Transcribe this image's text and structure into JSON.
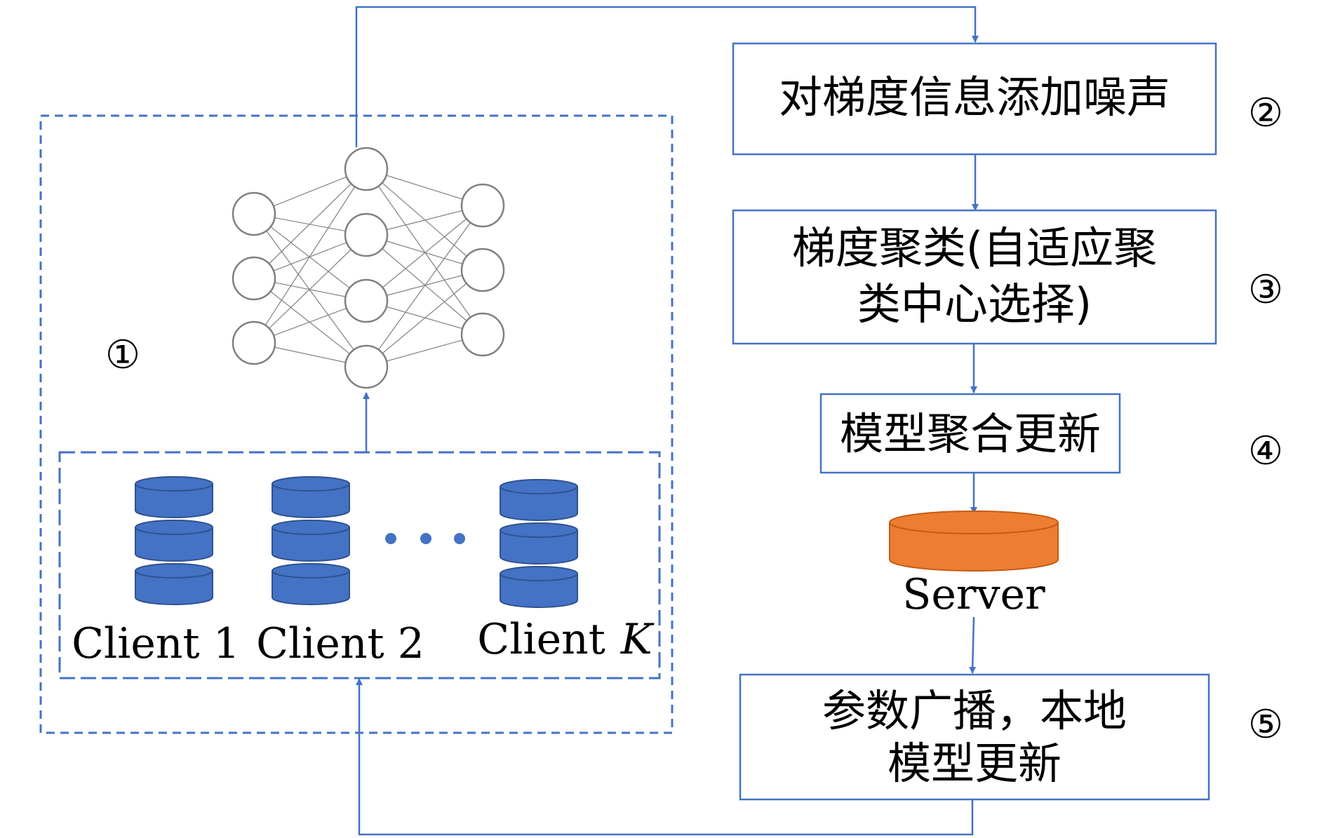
{
  "steps": {
    "s1": {
      "marker": "①"
    },
    "s2": {
      "label": "对梯度信息添加噪声",
      "marker": "②"
    },
    "s3": {
      "line1": "梯度聚类(自适应聚",
      "line2": "类中心选择)",
      "marker": "③"
    },
    "s4": {
      "label": "模型聚合更新",
      "marker": "④"
    },
    "s5": {
      "line1": "参数广播，本地",
      "line2": "模型更新",
      "marker": "⑤"
    }
  },
  "server": {
    "label": "Server"
  },
  "clients": [
    {
      "label": "Client 1"
    },
    {
      "label": "Client 2"
    },
    {
      "label": "Client",
      "index": "K"
    }
  ],
  "colors": {
    "line": "#4472C4",
    "database": "#4472C4",
    "database_edge": "#2F528F",
    "server": "#ED7D31",
    "server_edge": "#C55A11",
    "neuron": "#808080",
    "text": "#000000"
  }
}
